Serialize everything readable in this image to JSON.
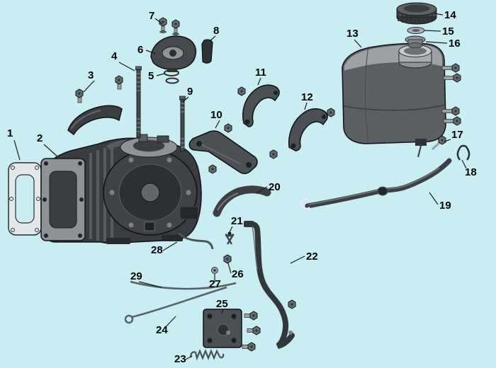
{
  "colors": {
    "background": "#c9edf2",
    "part_dark": "#2f3337",
    "part_mid": "#5a5f63",
    "part_light": "#9ba1a5",
    "outline": "#101214",
    "callout_text": "#000000"
  },
  "callouts": [
    {
      "label": "1"
    },
    {
      "label": "2"
    },
    {
      "label": "3"
    },
    {
      "label": "4"
    },
    {
      "label": "5"
    },
    {
      "label": "6"
    },
    {
      "label": "7"
    },
    {
      "label": "8"
    },
    {
      "label": "9"
    },
    {
      "label": "10"
    },
    {
      "label": "11"
    },
    {
      "label": "12"
    },
    {
      "label": "13"
    },
    {
      "label": "14"
    },
    {
      "label": "15"
    },
    {
      "label": "16"
    },
    {
      "label": "17"
    },
    {
      "label": "18"
    },
    {
      "label": "19"
    },
    {
      "label": "20"
    },
    {
      "label": "21"
    },
    {
      "label": "22"
    },
    {
      "label": "23"
    },
    {
      "label": "24"
    },
    {
      "label": "25"
    },
    {
      "label": "26"
    },
    {
      "label": "27"
    },
    {
      "label": "28"
    },
    {
      "label": "29"
    }
  ]
}
